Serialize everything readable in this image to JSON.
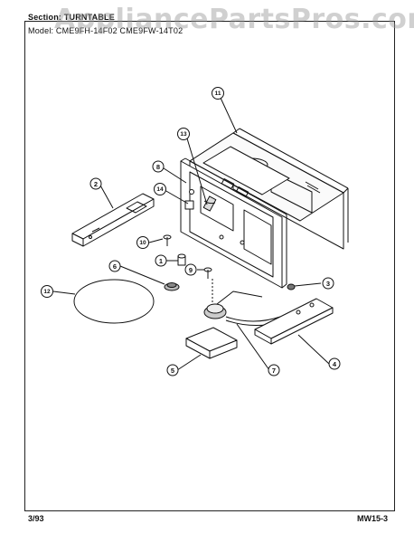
{
  "header": {
    "section_line": "Section: TURNTABLE",
    "model_line": "Model: CME9FH-14F02 CME9FW-14T02"
  },
  "watermark": "AppliancePartsPros.com",
  "footer": {
    "date": "3/93",
    "code": "MW15-3"
  },
  "callouts": [
    "1",
    "2",
    "3",
    "4",
    "5",
    "6",
    "7",
    "8",
    "9",
    "10",
    "11",
    "12",
    "13",
    "14"
  ]
}
